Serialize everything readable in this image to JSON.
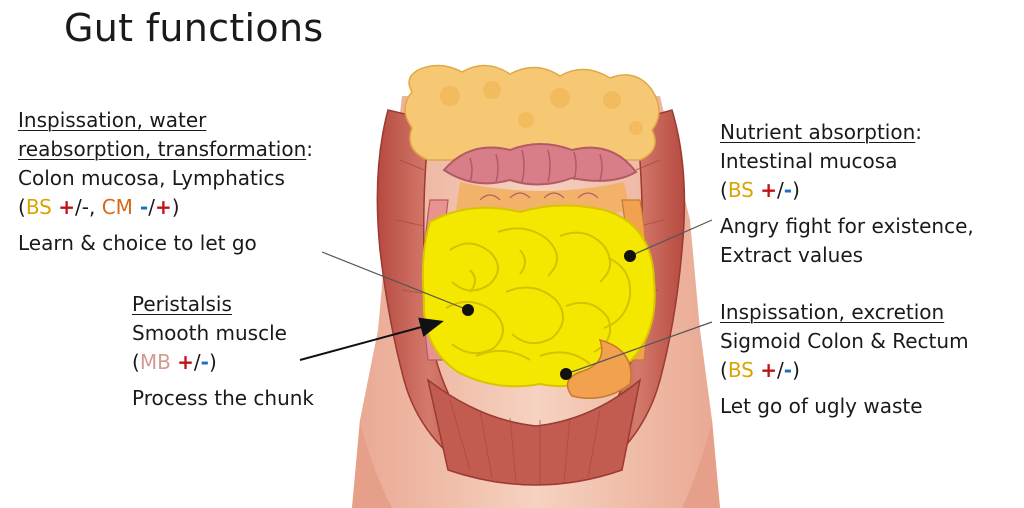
{
  "title": "Gut functions",
  "blocks": {
    "top_left": {
      "heading_1": "Inspissation, water",
      "heading_2": "reabsorption, transformation",
      "heading_suffix": ":",
      "tissue": "Colon mucosa, Lymphatics",
      "paren_open": "(",
      "bs": "BS",
      "plus": "+",
      "slash_minus_comma": "/-, ",
      "cm": "CM",
      "minus_slash": " -",
      "slash": "/",
      "plus_2": "+",
      "paren_close": ")",
      "meaning": "Learn & choice to let go"
    },
    "middle_left": {
      "heading": "Peristalsis",
      "tissue": "Smooth muscle",
      "paren_open": "(",
      "mb": "MB",
      "plus": "+",
      "slash": "/",
      "minus": "-",
      "paren_close": ")",
      "meaning": "Process the chunk"
    },
    "top_right": {
      "heading": "Nutrient absorption",
      "heading_suffix": ":",
      "tissue": "Intestinal mucosa",
      "paren_open": "(",
      "bs": "BS",
      "plus": "+",
      "slash": "/",
      "minus": "-",
      "paren_close": ")",
      "meaning_1": "Angry fight for existence,",
      "meaning_2": "Extract values"
    },
    "bottom_right": {
      "heading": "Inspissation, excretion",
      "tissue": "Sigmoid Colon & Rectum",
      "paren_open": "(",
      "bs": "BS",
      "plus": "+",
      "slash": "/",
      "minus": "-",
      "paren_close": ")",
      "meaning": "Let go of ugly waste"
    }
  },
  "colors": {
    "bs": "#d9a400",
    "cm": "#d66a1a",
    "mb": "#d49a92",
    "plus": "#c0121b",
    "minus": "#1a6fc2",
    "small_intestine": "#f5e800",
    "omentum": "#f6c873",
    "muscle": "#c8645a",
    "skin": "#f1c3ae",
    "colon": "#d77e88"
  }
}
